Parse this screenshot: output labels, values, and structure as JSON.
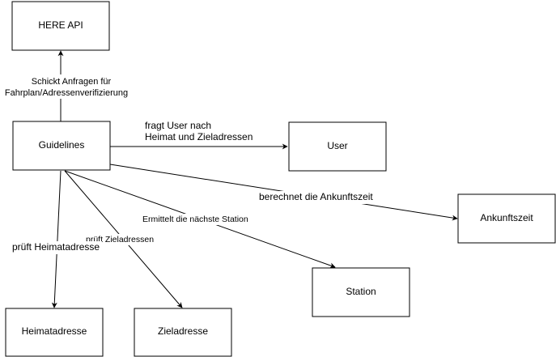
{
  "diagram": {
    "nodes": {
      "here_api": {
        "label": "HERE API"
      },
      "guidelines": {
        "label": "Guidelines"
      },
      "user": {
        "label": "User"
      },
      "ankunftszeit": {
        "label": "Ankunftszeit"
      },
      "station": {
        "label": "Station"
      },
      "heimatadresse": {
        "label": "Heimatadresse"
      },
      "zieladresse": {
        "label": "Zieladresse"
      }
    },
    "edges": {
      "to_here_api": {
        "line1": "Schickt Anfragen für",
        "line2": "Fahrplan/Adressenverifizierung"
      },
      "to_user": {
        "line1": "fragt User nach",
        "line2": "Heimat und Zieladressen"
      },
      "to_ankunftszeit": {
        "label": "berechnet die Ankunftszeit"
      },
      "to_station": {
        "label": "Ermittelt die nächste Station"
      },
      "to_zieladresse": {
        "label": "prüft Zieladressen"
      },
      "to_heimatadresse": {
        "label": "prüft Heimatadresse"
      }
    }
  }
}
